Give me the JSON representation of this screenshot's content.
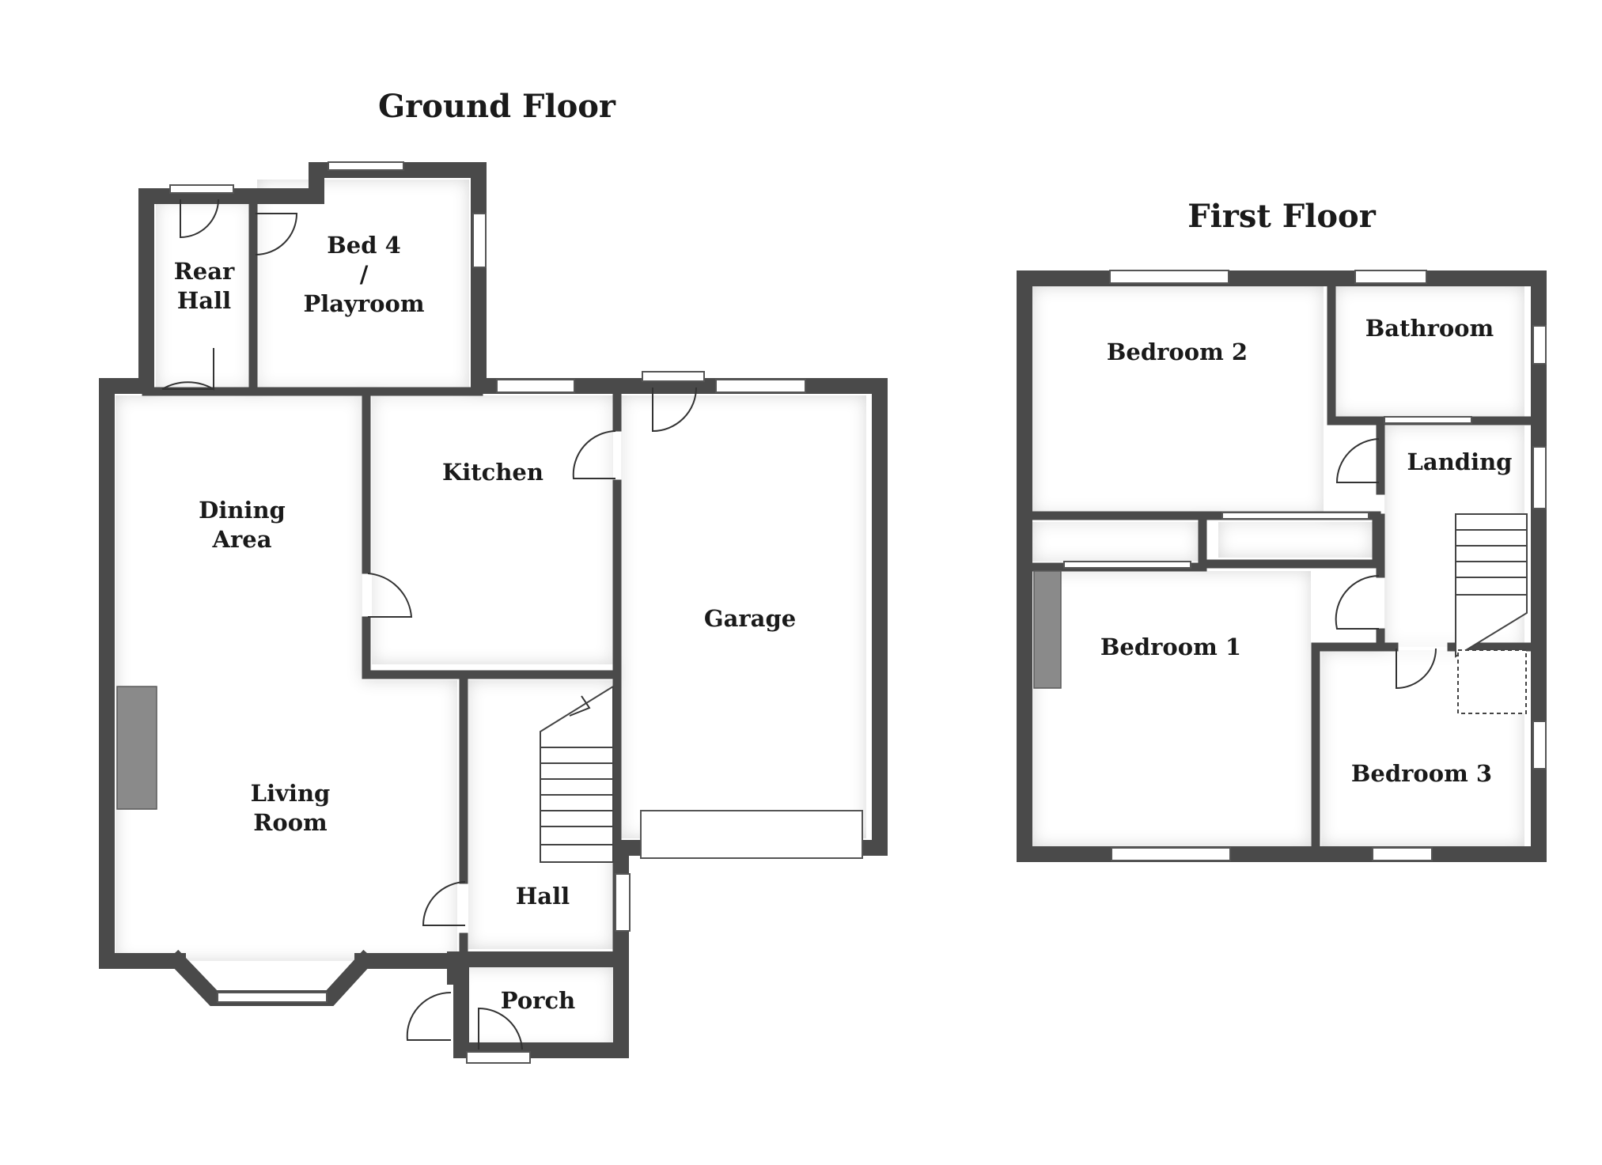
{
  "floors": {
    "ground": {
      "title": "Ground Floor",
      "rooms": {
        "rear_hall_line1": "Rear",
        "rear_hall_line2": "Hall",
        "bed4_line1": "Bed 4",
        "bed4_line2": "/",
        "bed4_line3": "Playroom",
        "kitchen": "Kitchen",
        "dining_line1": "Dining",
        "dining_line2": "Area",
        "garage": "Garage",
        "living_line1": "Living",
        "living_line2": "Room",
        "hall": "Hall",
        "porch": "Porch"
      }
    },
    "first": {
      "title": "First Floor",
      "rooms": {
        "bedroom2": "Bedroom 2",
        "bathroom": "Bathroom",
        "landing": "Landing",
        "bedroom1": "Bedroom 1",
        "bedroom3": "Bedroom 3"
      }
    }
  },
  "colors": {
    "wall": "#4a4a4a",
    "text": "#1a1a1a",
    "background": "#ffffff"
  }
}
